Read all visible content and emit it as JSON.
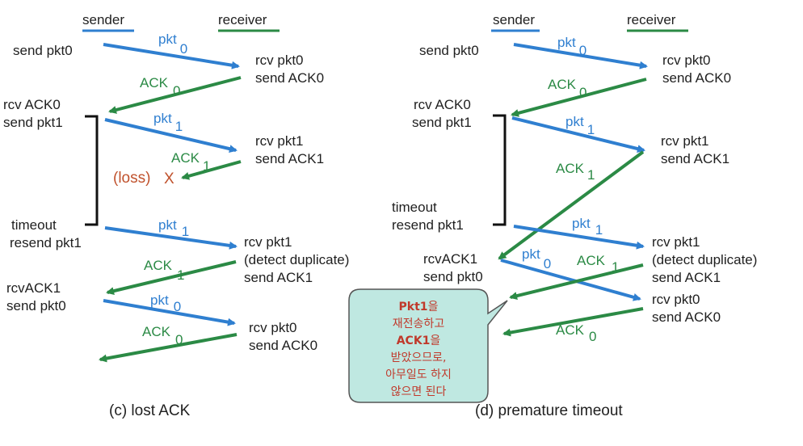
{
  "legend": {
    "sender": "sender",
    "receiver": "receiver"
  },
  "colors": {
    "sender": "#2f7fd0",
    "receiver": "#2b8a45",
    "loss": "#c0522d",
    "note_bg": "#bfe8e1",
    "note_text": "#c0392b"
  },
  "panel_c": {
    "caption": "(c) lost ACK",
    "sender_labels": [
      [
        "send pkt0"
      ],
      [
        "rcv ACK0",
        "send pkt1"
      ],
      [
        "timeout",
        "resend pkt1"
      ],
      [
        "rcvACK1",
        "send pkt0"
      ]
    ],
    "receiver_labels": [
      [
        "rcv pkt0",
        "send ACK0"
      ],
      [
        "rcv pkt1",
        "send ACK1"
      ],
      [
        "rcv pkt1",
        "(detect duplicate)",
        "send ACK1"
      ],
      [
        "rcv pkt0",
        "send ACK0"
      ]
    ],
    "messages": [
      {
        "name": "pkt",
        "seq": "0"
      },
      {
        "name": "ACK",
        "seq": "0"
      },
      {
        "name": "pkt",
        "seq": "1"
      },
      {
        "name": "ACK",
        "seq": "1"
      },
      {
        "name": "pkt",
        "seq": "1"
      },
      {
        "name": "ACK",
        "seq": "1"
      },
      {
        "name": "pkt",
        "seq": "0"
      },
      {
        "name": "ACK",
        "seq": "0"
      }
    ],
    "loss_label": "(loss)",
    "loss_mark": "X"
  },
  "panel_d": {
    "caption": "(d) premature timeout",
    "sender_labels": [
      [
        "send pkt0"
      ],
      [
        "rcv ACK0",
        "send pkt1"
      ],
      [
        "timeout",
        "resend pkt1"
      ],
      [
        "rcvACK1",
        "send pkt0"
      ]
    ],
    "receiver_labels": [
      [
        "rcv pkt0",
        "send ACK0"
      ],
      [
        "rcv pkt1",
        "send ACK1"
      ],
      [
        "rcv pkt1",
        "(detect duplicate)",
        "send ACK1"
      ],
      [
        "rcv pkt0",
        "send ACK0"
      ]
    ],
    "messages": [
      {
        "name": "pkt",
        "seq": "0"
      },
      {
        "name": "ACK",
        "seq": "0"
      },
      {
        "name": "pkt",
        "seq": "1"
      },
      {
        "name": "ACK",
        "seq": "1"
      },
      {
        "name": "pkt",
        "seq": "1"
      },
      {
        "name": "pkt",
        "seq": "0"
      },
      {
        "name": "ACK",
        "seq": "1"
      },
      {
        "name": "ACK",
        "seq": "0"
      }
    ]
  },
  "note": {
    "lines": [
      {
        "text": "Pkt1을",
        "bold_part": "Pkt1",
        "rest": "을"
      },
      {
        "text": "재전송하고",
        "bold_part": "",
        "rest": "재전송하고"
      },
      {
        "text": "ACK1을",
        "bold_part": "ACK1",
        "rest": "을"
      },
      {
        "text": "받았으므로,",
        "bold_part": "",
        "rest": "받았으므로,"
      },
      {
        "text": "아무일도 하지",
        "bold_part": "",
        "rest": "아무일도 하지"
      },
      {
        "text": "않으면 된다",
        "bold_part": "",
        "rest": "않으면 된다"
      }
    ]
  }
}
